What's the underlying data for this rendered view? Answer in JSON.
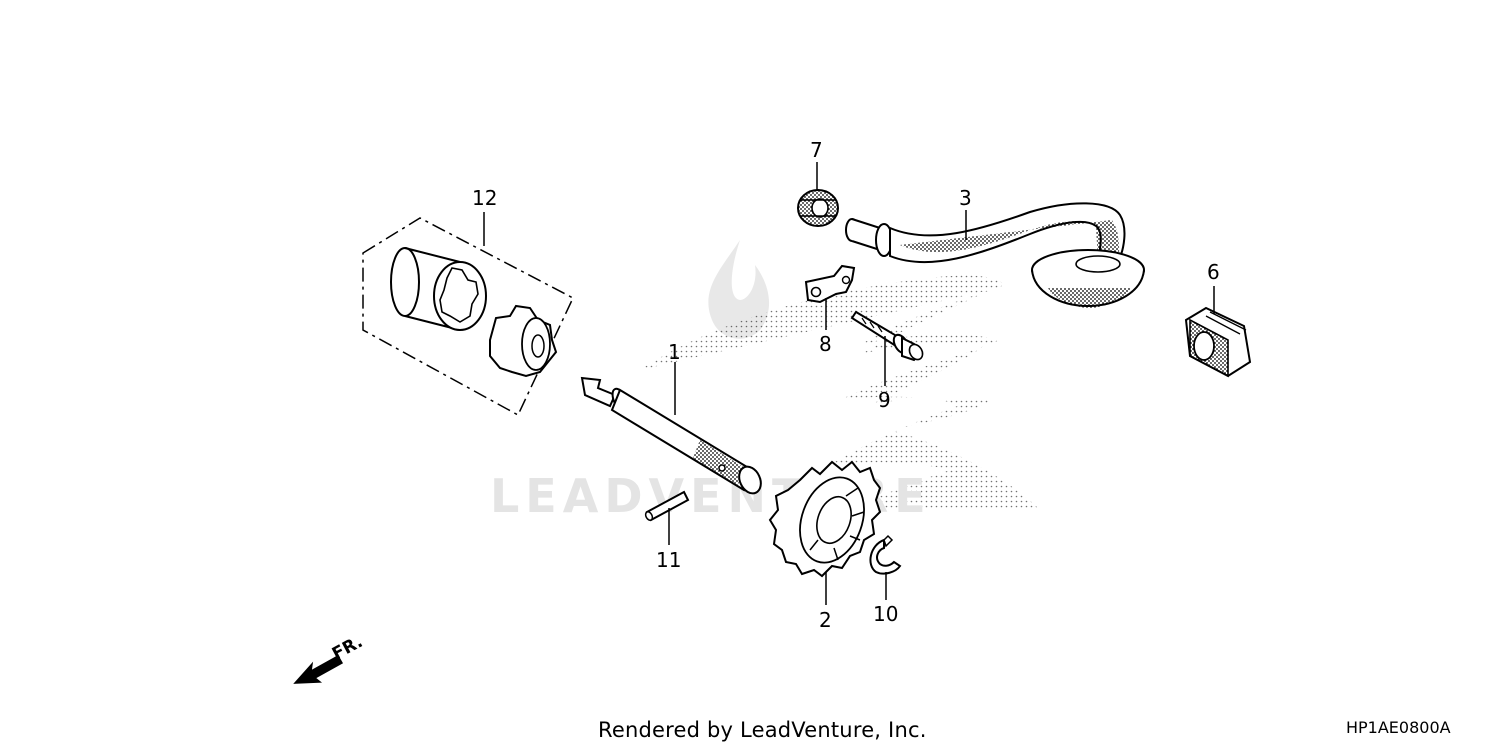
{
  "diagram": {
    "callouts": [
      {
        "id": "1",
        "label": "1"
      },
      {
        "id": "2",
        "label": "2"
      },
      {
        "id": "3",
        "label": "3"
      },
      {
        "id": "6",
        "label": "6"
      },
      {
        "id": "7",
        "label": "7"
      },
      {
        "id": "8",
        "label": "8"
      },
      {
        "id": "9",
        "label": "9"
      },
      {
        "id": "10",
        "label": "10"
      },
      {
        "id": "11",
        "label": "11"
      },
      {
        "id": "12",
        "label": "12"
      }
    ],
    "front_arrow_label": "FR.",
    "watermark_text": "LEADVENTURE",
    "footer_text": "Rendered by LeadVenture, Inc.",
    "diagram_code": "HP1AE0800A"
  }
}
